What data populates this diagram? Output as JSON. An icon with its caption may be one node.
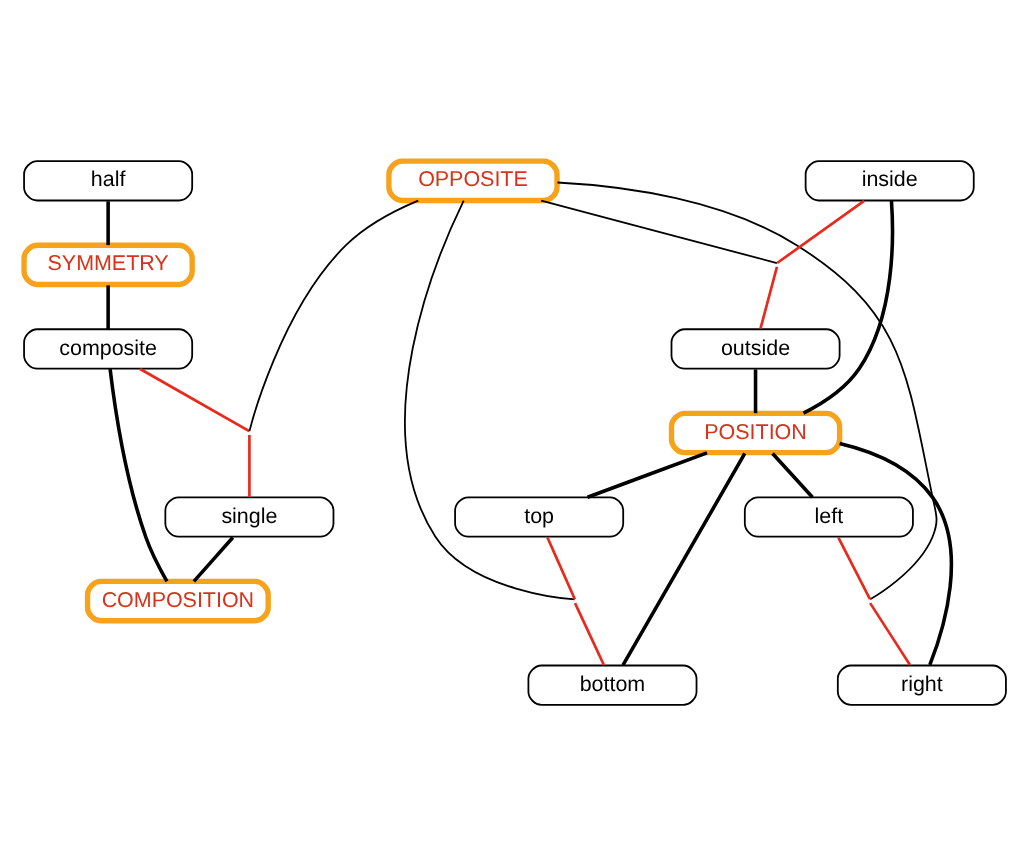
{
  "diagram": {
    "nodes": [
      {
        "text": [
          "half"
        ]
      },
      {
        "text": [
          "SYMMETRY"
        ]
      },
      {
        "text": [
          "composite"
        ]
      },
      {
        "text": [
          "COMPOSITION"
        ]
      },
      {
        "text": [
          "single"
        ]
      },
      {
        "text": [
          "OPPOSITE"
        ]
      },
      {
        "text": [
          "top"
        ]
      },
      {
        "text": [
          "bottom"
        ]
      },
      {
        "text": [
          "inside"
        ]
      },
      {
        "text": [
          "POSITION"
        ]
      },
      {
        "text": [
          "outside"
        ]
      },
      {
        "text": [
          "left"
        ]
      },
      {
        "text": [
          "right"
        ]
      }
    ],
    "edges": [
      {
        "from": 0,
        "to": 1,
        "arrow": "none"
      },
      {
        "from": 1,
        "to": 2,
        "arrow": "none"
      },
      {
        "from": 2,
        "to": 3,
        "arrow": "none"
      },
      {
        "from": 4,
        "to": 3,
        "arrow": "none"
      },
      {
        "from": 2,
        "to": 4,
        "arrow": "none",
        "color": "#e8291c"
      },
      {
        "from": 8,
        "to": 9,
        "arrow": "none"
      },
      {
        "from": 10,
        "to": 9,
        "arrow": "none"
      },
      {
        "from": 9,
        "to": 6,
        "arrow": "none"
      },
      {
        "from": 9,
        "to": 7,
        "arrow": "none"
      },
      {
        "from": 9,
        "to": 11,
        "arrow": "none"
      },
      {
        "from": 9,
        "to": 12,
        "arrow": "none"
      },
      {
        "from": 6,
        "to": 7,
        "arrow": "none",
        "color": "#e8291c"
      },
      {
        "from": 8,
        "to": 10,
        "arrow": "none",
        "color": "#e8291c"
      },
      {
        "from": 11,
        "to": 12,
        "arrow": "none",
        "color": "#e8291c"
      },
      {
        "from": 5,
        "to": null,
        "arrow": "none"
      },
      {
        "from": 5,
        "to": null,
        "arrow": "none"
      },
      {
        "from": 5,
        "to": null,
        "arrow": "none"
      },
      {
        "from": 5,
        "to": null,
        "arrow": "none"
      }
    ]
  }
}
